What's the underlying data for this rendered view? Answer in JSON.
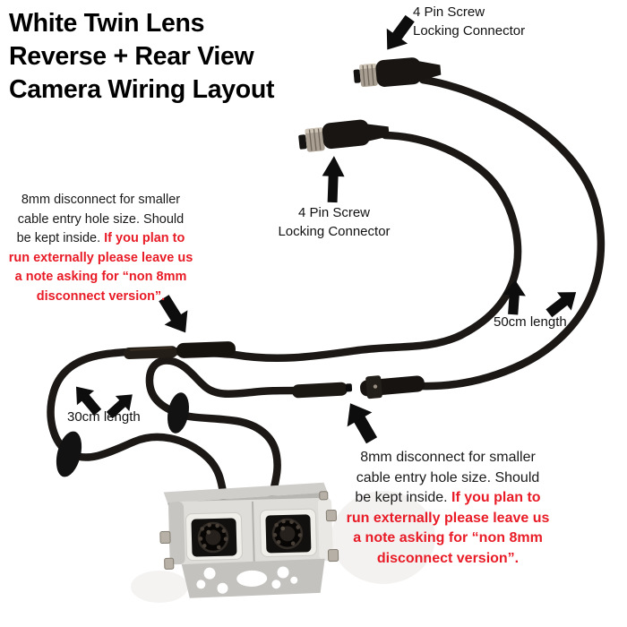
{
  "title": {
    "lines": [
      "White Twin Lens",
      "Reverse + Rear View",
      "Camera Wiring Layout"
    ]
  },
  "labels": {
    "connector_top": {
      "line1": "4 Pin Screw",
      "line2": "Locking Connector"
    },
    "connector_mid": {
      "line1": "4 Pin Screw",
      "line2": "Locking Connector"
    },
    "length_50cm": "50cm length",
    "length_30cm": "30cm length",
    "disconnect_note": {
      "lines": [
        {
          "black": "8mm disconnect for smaller",
          "red": ""
        },
        {
          "black": "cable entry hole size. Should",
          "red": ""
        },
        {
          "black": "be kept inside. ",
          "red": "If you plan to"
        },
        {
          "black": "",
          "red": "run externally please leave us"
        },
        {
          "black": "",
          "red": "a note asking for “non 8mm"
        },
        {
          "black": "",
          "red": "disconnect version”."
        }
      ]
    }
  },
  "colors": {
    "title_black": "#000000",
    "note_black": "#1a1a1a",
    "warning_red": "#e81b26",
    "cable_black": "#1b1816",
    "camera_body_gray": "#deddd9"
  }
}
